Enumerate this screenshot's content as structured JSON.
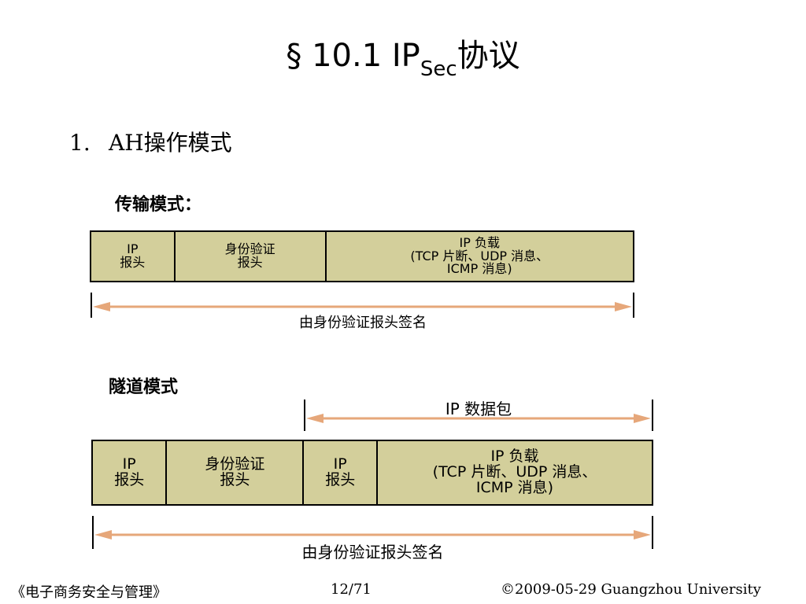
{
  "slide": {
    "title": {
      "section": "§",
      "main": "10.1 IP",
      "sub": "Sec",
      "suffix": "协议"
    },
    "item": {
      "number": "1.",
      "text": "AH操作模式"
    },
    "transport_mode": {
      "label": "传输模式：",
      "fields": [
        {
          "text": "IP\n报头",
          "width": 0.155
        },
        {
          "text": "身份验证\n报头",
          "width": 0.279
        },
        {
          "text": "IP 负载\n(TCP 片断、UDP 消息、\nICMP 消息)",
          "width": 0.566
        }
      ],
      "span_label": "由身份验证报头签名"
    },
    "tunnel_mode": {
      "label": "隧道模式",
      "datagram_label": "IP 数据包",
      "fields": [
        {
          "text": "IP\n报头",
          "width": 0.133
        },
        {
          "text": "身份验证\n报头",
          "width": 0.245
        },
        {
          "text": "IP\n报头",
          "width": 0.132
        },
        {
          "text": "IP 负载\n(TCP 片断、UDP 消息、\nICMP 消息)",
          "width": 0.49
        }
      ],
      "span_label": "由身份验证报头签名"
    },
    "footer": {
      "course": "《电子商务安全与管理》",
      "page": "12/71",
      "copyright": "©2009-05-29  Guangzhou University"
    },
    "colors": {
      "packet_fill": "#d3cf9b",
      "arrow": "#e6a77a"
    }
  }
}
